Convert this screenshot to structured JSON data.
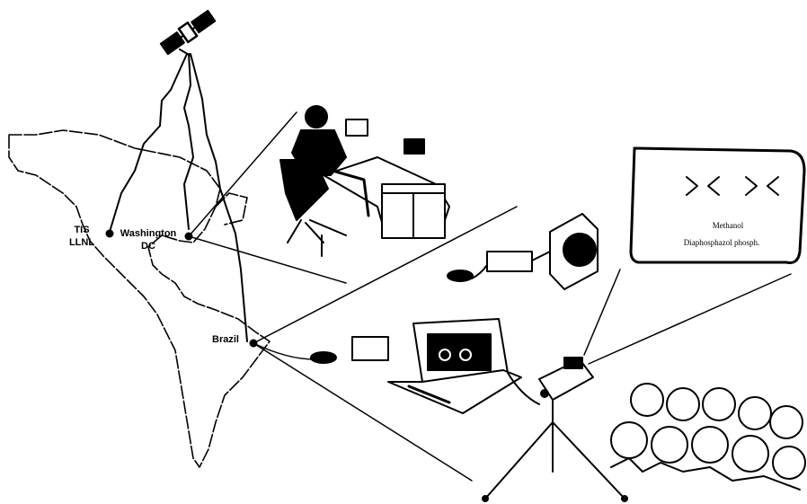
{
  "labels": {
    "tis": "TIS",
    "llnl": "LLNL",
    "washington": "Washington",
    "dc": "DC",
    "brazil": "Brazil"
  },
  "screen": {
    "line1": "Methanol",
    "line2": "Diaphosphazol phosph."
  },
  "colors": {
    "ink": "#000000",
    "paper": "#ffffff"
  }
}
